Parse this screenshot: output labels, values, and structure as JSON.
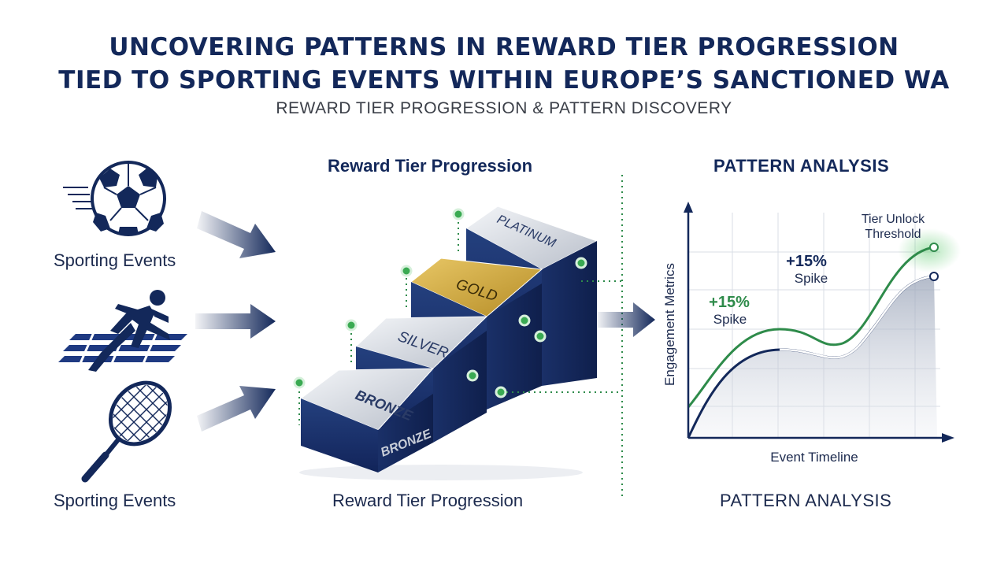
{
  "header": {
    "title_line1": "UNCOVERING PATTERNS IN REWARD TIER PROGRESSION",
    "title_line2": "TIED TO SPORTING EVENTS WITHIN EUROPE’S SANCTIONED WA",
    "subtitle": "REWARD TIER PROGRESSION & PATTERN DISCOVERY"
  },
  "left": {
    "label_top": "Sporting Events",
    "label_bottom": "Sporting Events",
    "icons": [
      "soccer-ball-icon",
      "sprinter-icon",
      "tennis-racket-icon"
    ]
  },
  "middle": {
    "heading": "Reward Tier Progression",
    "footer": "Reward Tier Progression",
    "tiers": {
      "bronze_top": "BRONZE",
      "bronze_front": "BRONZE",
      "silver": "SILVER",
      "gold": "GOLD",
      "platinum": "PLATINUM"
    }
  },
  "right": {
    "heading": "PATTERN ANALYSIS",
    "footer": "PATTERN ANALYSIS",
    "y_axis_label": "Engagement Metrics",
    "x_axis_label": "Event Timeline",
    "annotation_threshold": "Tier Unlock Threshold",
    "annotation_threshold_line1": "Tier Unlock",
    "annotation_threshold_line2": "Threshold",
    "spike1_value": "+15%",
    "spike1_label": "Spike",
    "spike2_value": "+15%",
    "spike2_label": "Spike"
  },
  "colors": {
    "navy": "#13285a",
    "green": "#2e8b4a",
    "gold": "#c9a43a",
    "silver": "#c9ced8"
  }
}
